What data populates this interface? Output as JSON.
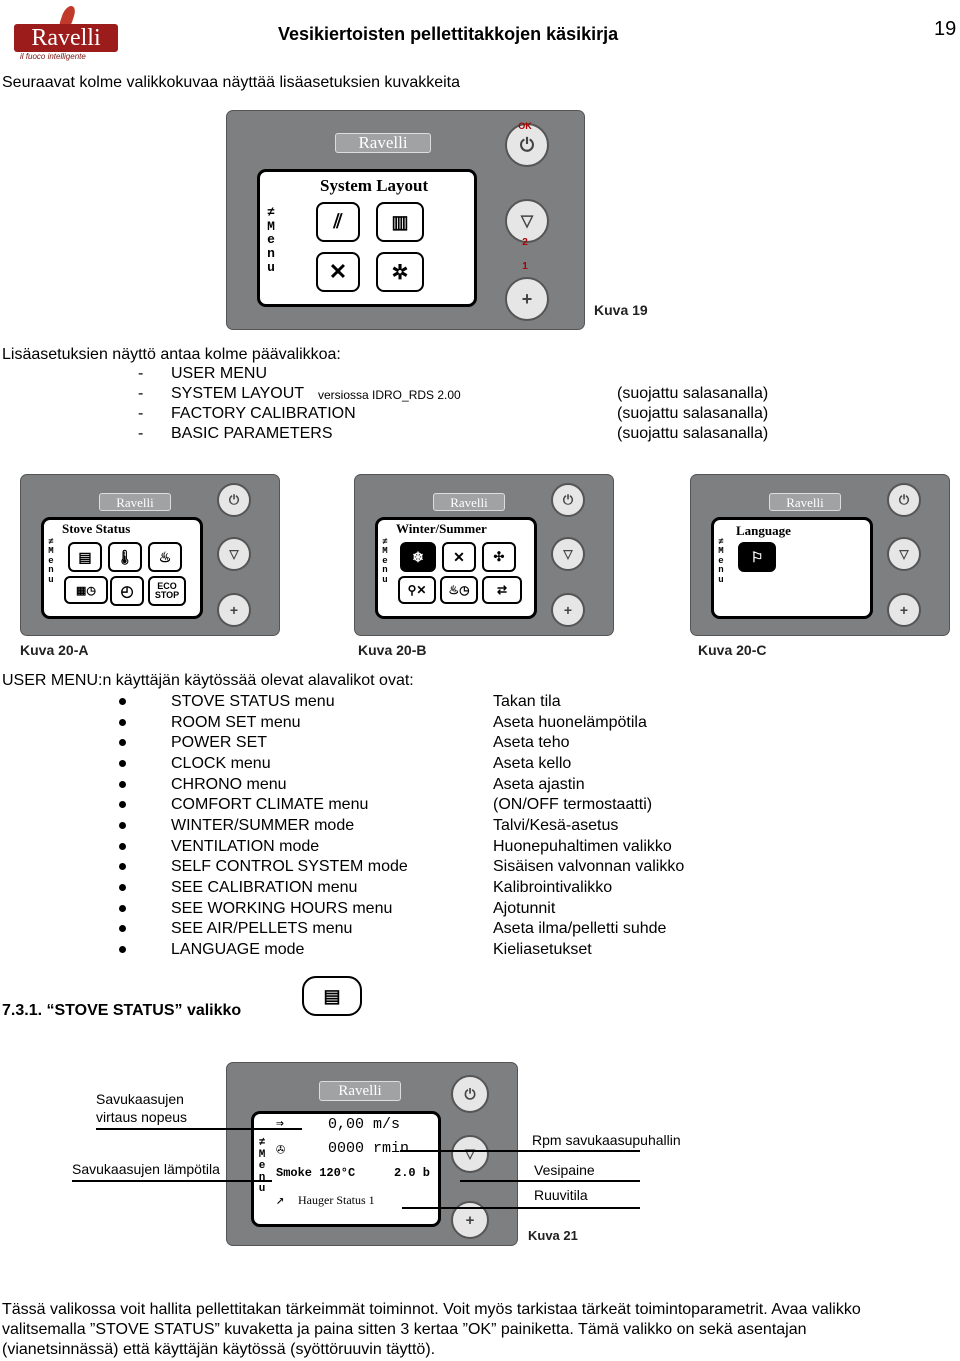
{
  "header": {
    "brand": "Ravelli",
    "tagline": "il fuoco intelligente",
    "title": "Vesikiertoisten pellettitakkojen käsikirja",
    "page_number": "19"
  },
  "intro": "Seuraavat kolme valikkokuvaa näyttää lisäasetuksien kuvakkeita",
  "fig19": {
    "screen_title": "System Layout",
    "menu_strip": "Menu",
    "ok_label": "OK",
    "btn2_label": "2",
    "btn1_label": "1",
    "caption": "Kuva 19"
  },
  "main_menus": {
    "intro": "Lisäasetuksien näyttö antaa kolme päävalikkoa:",
    "items": [
      {
        "dash": "-",
        "name": "USER MENU",
        "note": "",
        "protected": ""
      },
      {
        "dash": "-",
        "name": "SYSTEM LAYOUT",
        "note": "versiossa IDRO_RDS 2.00",
        "protected": "(suojattu salasanalla)"
      },
      {
        "dash": "-",
        "name": "FACTORY CALIBRATION",
        "note": "",
        "protected": "(suojattu salasanalla)"
      },
      {
        "dash": "-",
        "name": "BASIC PARAMETERS",
        "note": "",
        "protected": "(suojattu salasanalla)"
      }
    ]
  },
  "fig20": [
    {
      "screen_title": "Stove Status",
      "caption": "Kuva 20-A",
      "eco_label": "ECO STOP"
    },
    {
      "screen_title": "Winter/Summer",
      "caption": "Kuva 20-B",
      "eco_label": ""
    },
    {
      "screen_title": "Language",
      "caption": "Kuva 20-C",
      "eco_label": ""
    }
  ],
  "user_menu": {
    "intro": "USER MENU:n käyttäjän käytössää olevat alavalikot ovat:",
    "items": [
      {
        "name": "STOVE STATUS menu",
        "desc": "Takan tila"
      },
      {
        "name": "ROOM SET menu",
        "desc": "Aseta huonelämpötila"
      },
      {
        "name": "POWER SET",
        "desc": "Aseta teho"
      },
      {
        "name": "CLOCK menu",
        "desc": "Aseta kello"
      },
      {
        "name": "CHRONO menu",
        "desc": "Aseta ajastin"
      },
      {
        "name": "COMFORT CLIMATE menu",
        "desc": "(ON/OFF termostaatti)"
      },
      {
        "name": "WINTER/SUMMER mode",
        "desc": "Talvi/Kesä-asetus"
      },
      {
        "name": "VENTILATION mode",
        "desc": "Huonepuhaltimen valikko"
      },
      {
        "name": "SELF CONTROL SYSTEM mode",
        "desc": "Sisäisen valvonnan valikko"
      },
      {
        "name": "SEE CALIBRATION menu",
        "desc": "Kalibrointivalikko"
      },
      {
        "name": "SEE WORKING HOURS menu",
        "desc": "Ajotunnit"
      },
      {
        "name": "SEE AIR/PELLETS menu",
        "desc": "Aseta ilma/pelletti suhde"
      },
      {
        "name": "LANGUAGE mode",
        "desc": "Kieliasetukset"
      }
    ]
  },
  "section": {
    "title": "7.3.1. “STOVE STATUS” valikko"
  },
  "fig21": {
    "callout_left": [
      "Savukaasujen virtaus nopeus",
      "Savukaasujen lämpötila"
    ],
    "callout_right": [
      "Rpm savukaasupuhallin",
      "Vesipaine",
      "Ruuvitila"
    ],
    "rows": [
      "0,00 m/s",
      "0000 rmin",
      "Smoke 120°C",
      "2.0 b",
      "Hauger Status 1"
    ],
    "caption": "Kuva 21"
  },
  "footer": [
    "Tässä valikossa voit hallita pellettitakan tärkeimmät toiminnot. Voit myös tarkistaa tärkeät toimintoparametrit. Avaa valikko",
    "valitsemalla ”STOVE STATUS” kuvaketta ja paina sitten 3 kertaa ”OK” painiketta. Tämä valikko on sekä asentajan",
    "(vianetsinnässä) että käyttäjän käytössä (syöttöruuvin täyttö)."
  ]
}
